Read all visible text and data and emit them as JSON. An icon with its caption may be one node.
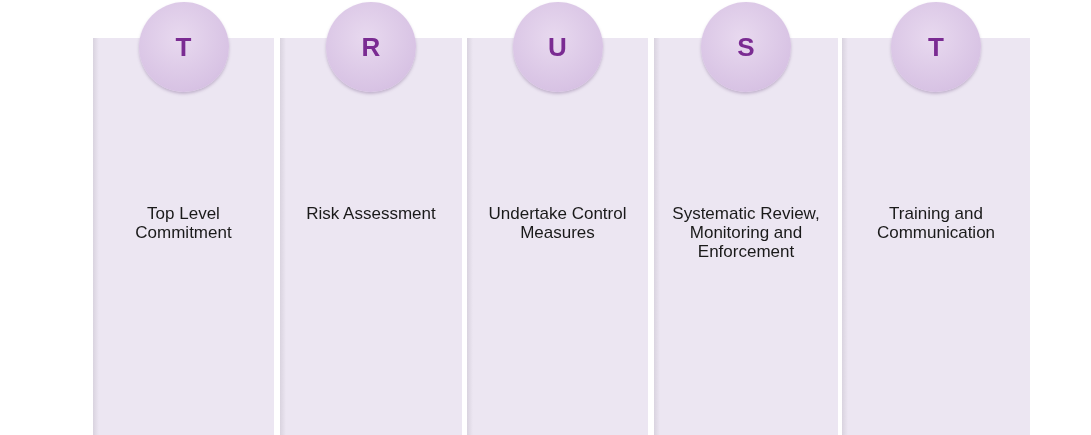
{
  "diagram": {
    "nodes": [
      {
        "text": [
          "T"
        ]
      },
      {
        "text": [
          "Top Level Commitment"
        ]
      },
      {
        "text": [
          "R"
        ]
      },
      {
        "text": [
          "Risk Assessment"
        ]
      },
      {
        "text": [
          "U"
        ]
      },
      {
        "text": [
          "Undertake Control Measures"
        ]
      },
      {
        "text": [
          "S"
        ]
      },
      {
        "text": [
          "Systematic Review, Monitoring and Enforcement"
        ]
      },
      {
        "text": [
          "T"
        ]
      },
      {
        "text": [
          "Training and Communication"
        ]
      }
    ]
  }
}
